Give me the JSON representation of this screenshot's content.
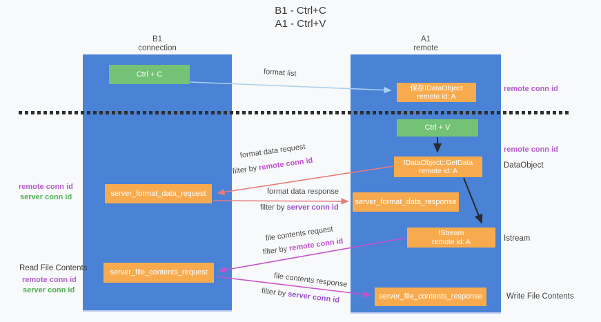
{
  "title": {
    "line1": "B1 - Ctrl+C",
    "line2": "A1 - Ctrl+V"
  },
  "lanes": {
    "left": {
      "header_line1": "B1",
      "header_line2": "connection"
    },
    "right": {
      "header_line1": "A1",
      "header_line2": "remote"
    }
  },
  "nodes": {
    "ctrl_c": {
      "label": "Ctrl + C"
    },
    "saved_dataobject": {
      "line1": "保存IDataObject",
      "line2": "remote id: A"
    },
    "ctrl_v": {
      "label": "Ctrl + V"
    },
    "getdata": {
      "line1": "IDataObject::GetData",
      "line2": "remote id: A"
    },
    "format_request": {
      "label": "server_format_data_request"
    },
    "format_response": {
      "label": "server_format_data_response"
    },
    "istream": {
      "line1": "IStream",
      "line2": "remote id: A"
    },
    "file_request": {
      "label": "server_file_contents_request"
    },
    "file_response": {
      "label": "server_file_contents_response"
    }
  },
  "flow_labels": {
    "format_list": "format list",
    "format_data_request": "format data request",
    "format_data_response": "format data response",
    "file_contents_request": "file contents request",
    "file_contents_response": "file contents response",
    "filter_by": "filter by ",
    "remote_conn_id": "remote conn id",
    "server_conn_id": "server conn id"
  },
  "side_labels": {
    "remote_conn_id": "remote conn id",
    "server_conn_id": "server conn id",
    "dataobject": "DataObject",
    "istream": "Istream",
    "read_file_contents": "Read File Contents",
    "write_file_contents": "Write File Contents"
  },
  "colors": {
    "lane_blue": "#4a82d6",
    "box_orange": "#f8ab4e",
    "box_green": "#74c276",
    "arrow_light_blue": "#a9d2ef",
    "arrow_salmon": "#e87b7b",
    "arrow_magenta": "#c653cd",
    "arrow_black": "#2a2a2a",
    "label_purple": "#b25fc9",
    "label_green": "#4fae52",
    "accent_remote": "#c04fce",
    "accent_server": "#9a50cf"
  }
}
